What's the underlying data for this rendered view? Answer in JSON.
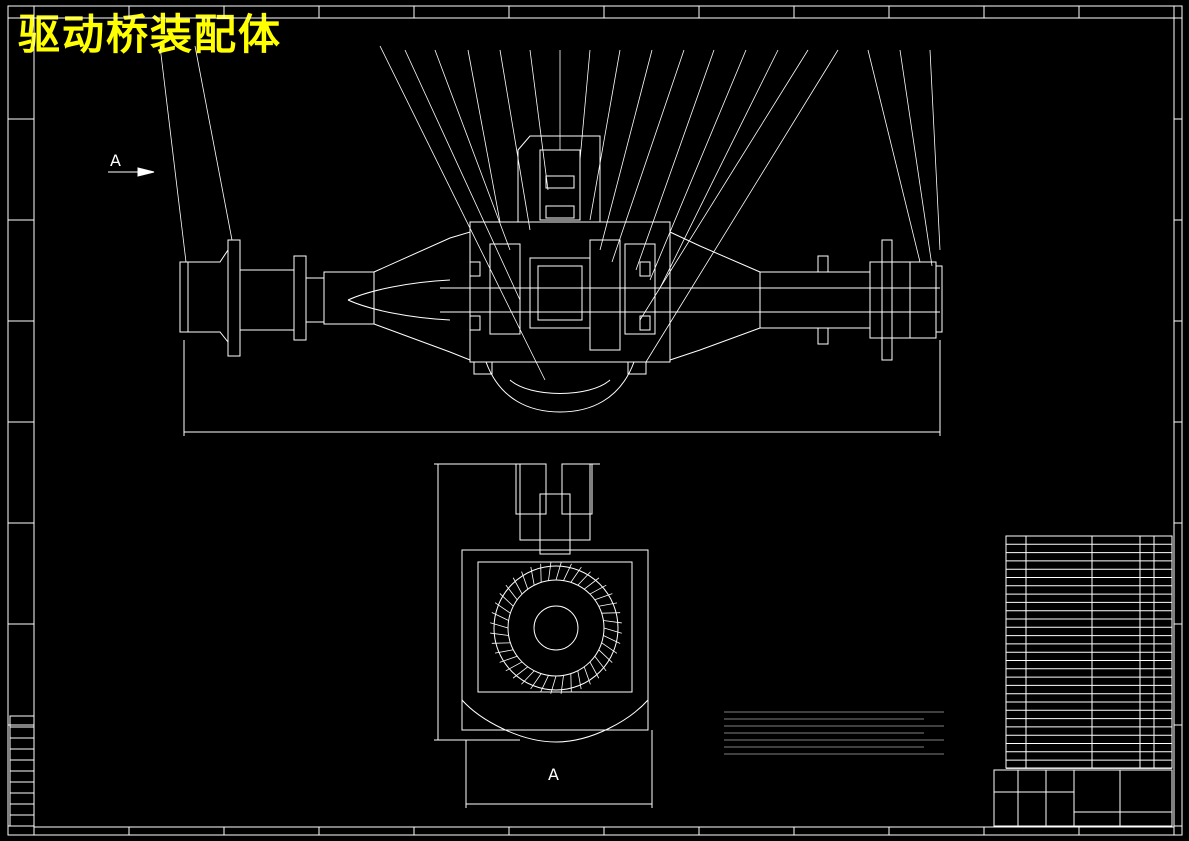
{
  "title": "驱动桥装配体",
  "view_label": "A",
  "view_label_section": "A",
  "colors": {
    "background": "#000000",
    "line": "#ffffff",
    "title": "#ffff00",
    "leader": "#ffffff"
  }
}
